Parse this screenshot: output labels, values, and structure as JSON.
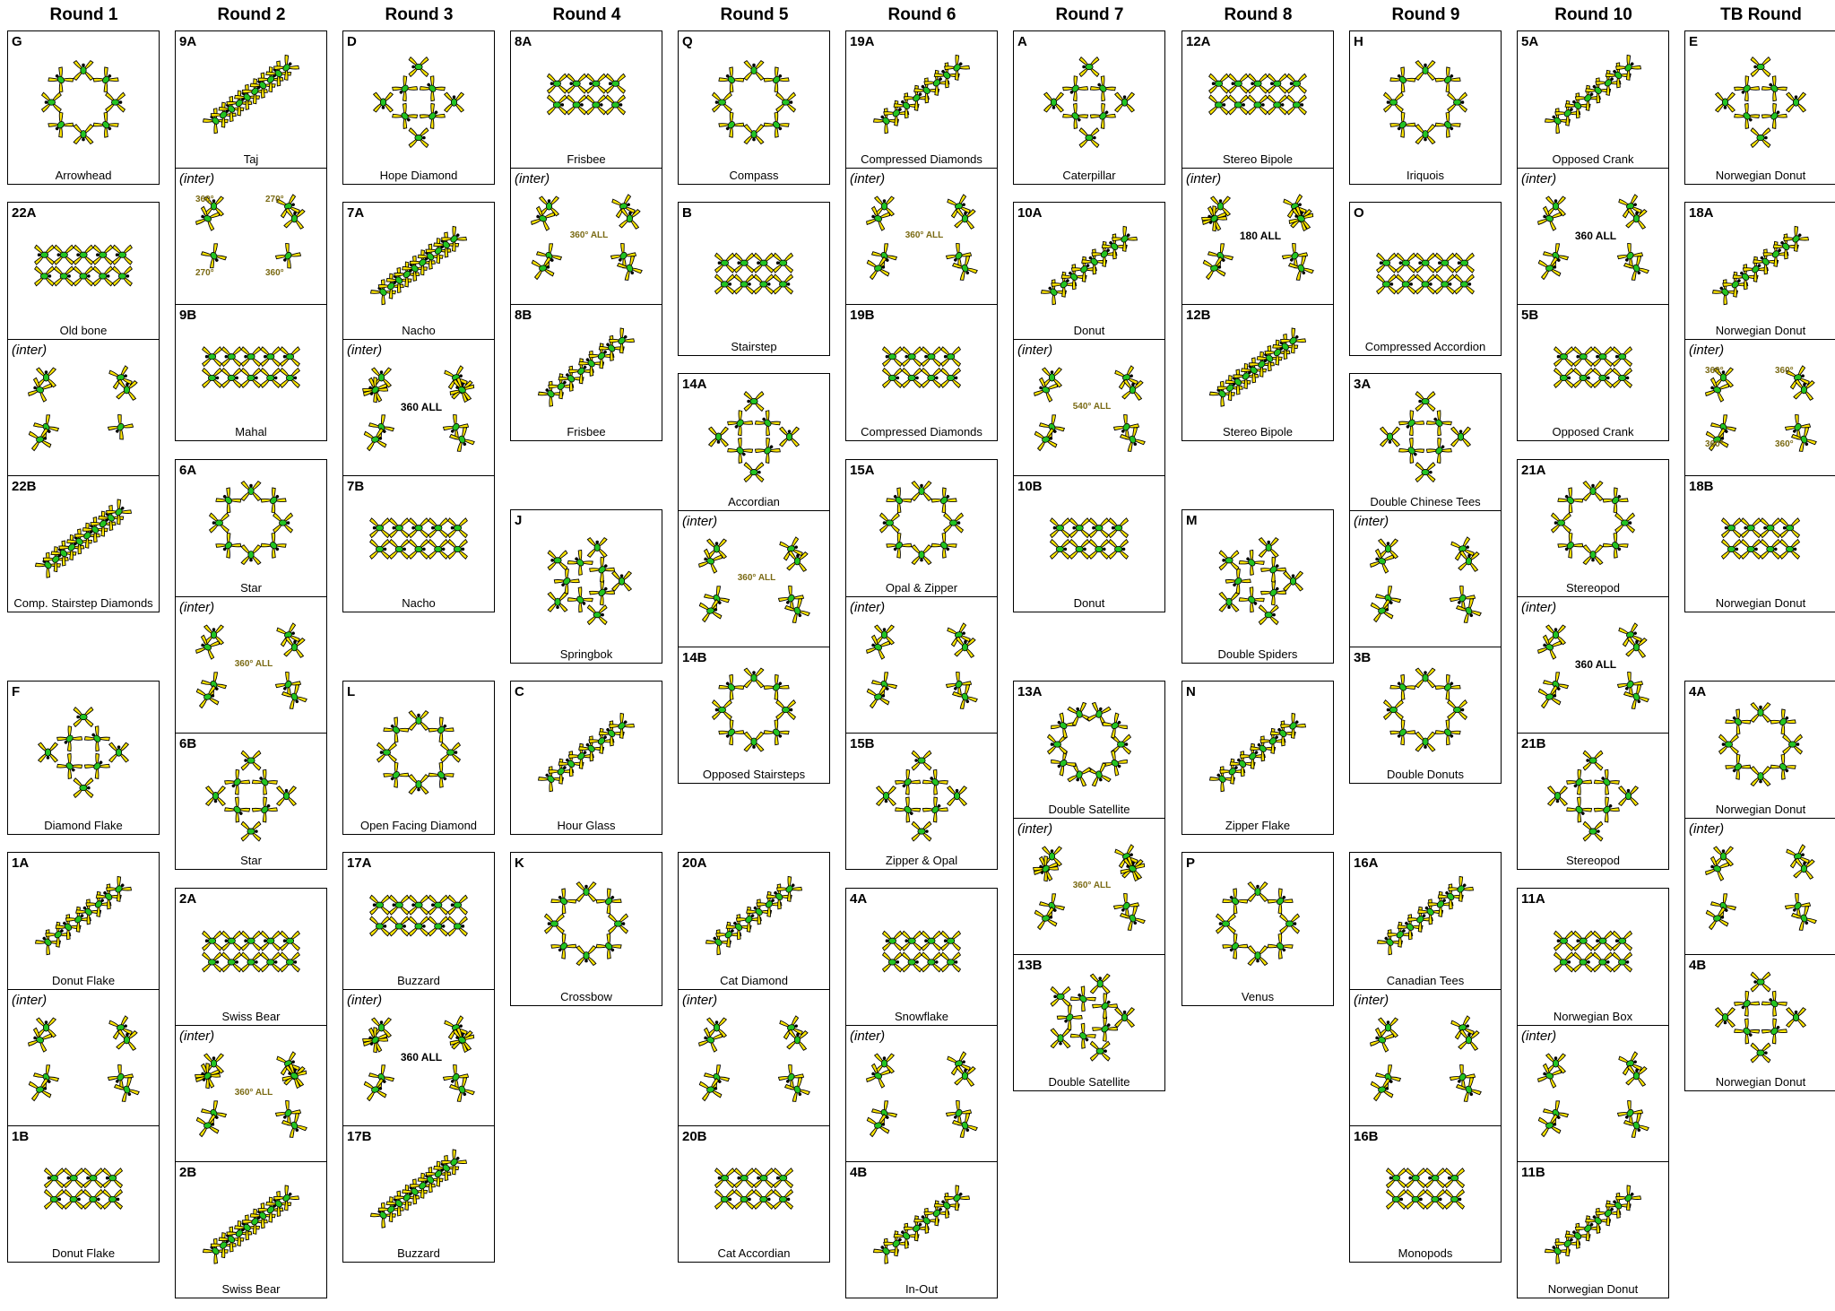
{
  "colors": {
    "jumper_body": "#ffe600",
    "jumper_center": "#22c422",
    "jumper_outline": "#000000",
    "rotation_text": "#7a6a14"
  },
  "rounds": [
    {
      "title": "Round 1",
      "blocks": [
        [
          {
            "id": "G",
            "name": "Arrowhead",
            "n": 8
          }
        ],
        [
          {
            "id": "22A",
            "name": "Old bone",
            "n": 10
          },
          {
            "id": "(inter)",
            "name": "",
            "n": 7,
            "inter": true
          },
          {
            "id": "22B",
            "name": "Comp. Stairstep Diamonds",
            "n": 10
          }
        ],
        [
          {
            "id": "F",
            "name": "Diamond Flake",
            "n": 8
          }
        ],
        [
          {
            "id": "1A",
            "name": "Donut Flake",
            "n": 8
          },
          {
            "id": "(inter)",
            "name": "",
            "n": 8,
            "inter": true
          },
          {
            "id": "1B",
            "name": "Donut Flake",
            "n": 8
          }
        ]
      ]
    },
    {
      "title": "Round 2",
      "blocks": [
        [
          {
            "id": "9A",
            "name": "Taj",
            "n": 10
          },
          {
            "id": "(inter)",
            "name": "",
            "n": 6,
            "inter": true,
            "rot": [
              "360°",
              "270°",
              "270°",
              "360°"
            ]
          },
          {
            "id": "9B",
            "name": "Mahal",
            "n": 10
          }
        ],
        [
          {
            "id": "6A",
            "name": "Star",
            "n": 8
          },
          {
            "id": "(inter)",
            "name": "",
            "n": 8,
            "inter": true,
            "rot": [
              "360° ALL"
            ]
          },
          {
            "id": "6B",
            "name": "Star",
            "n": 8
          }
        ],
        [
          {
            "id": "2A",
            "name": "Swiss Bear",
            "n": 10
          },
          {
            "id": "(inter)",
            "name": "",
            "n": 10,
            "inter": true,
            "rot": [
              "360° ALL"
            ]
          },
          {
            "id": "2B",
            "name": "Swiss Bear",
            "n": 10
          }
        ]
      ]
    },
    {
      "title": "Round 3",
      "blocks": [
        [
          {
            "id": "D",
            "name": "Hope Diamond",
            "n": 8
          }
        ],
        [
          {
            "id": "7A",
            "name": "Nacho",
            "n": 10
          },
          {
            "id": "(inter)",
            "name": "",
            "n": 10,
            "inter": true,
            "rot": [
              "360 ALL"
            ],
            "black": true
          },
          {
            "id": "7B",
            "name": "Nacho",
            "n": 10
          }
        ],
        [
          {
            "id": "L",
            "name": "Open Facing Diamond",
            "n": 8
          }
        ],
        [
          {
            "id": "17A",
            "name": "Buzzard",
            "n": 10
          },
          {
            "id": "(inter)",
            "name": "",
            "n": 10,
            "inter": true,
            "rot": [
              "360 ALL"
            ],
            "black": true
          },
          {
            "id": "17B",
            "name": "Buzzard",
            "n": 10
          }
        ]
      ]
    },
    {
      "title": "Round 4",
      "blocks": [
        [
          {
            "id": "8A",
            "name": "Frisbee",
            "n": 8
          },
          {
            "id": "(inter)",
            "name": "",
            "n": 8,
            "inter": true,
            "rot": [
              "360° ALL"
            ]
          },
          {
            "id": "8B",
            "name": "Frisbee",
            "n": 8
          }
        ],
        [
          {
            "id": "J",
            "name": "Springbok",
            "n": 10
          }
        ],
        [
          {
            "id": "C",
            "name": "Hour Glass",
            "n": 8
          }
        ],
        [
          {
            "id": "K",
            "name": "Crossbow",
            "n": 8
          }
        ]
      ]
    },
    {
      "title": "Round 5",
      "blocks": [
        [
          {
            "id": "Q",
            "name": "Compass",
            "n": 8
          }
        ],
        [
          {
            "id": "B",
            "name": "Stairstep",
            "n": 8
          }
        ],
        [
          {
            "id": "14A",
            "name": "Accordian",
            "n": 8
          },
          {
            "id": "(inter)",
            "name": "",
            "n": 8,
            "inter": true,
            "rot": [
              "360° ALL"
            ]
          },
          {
            "id": "14B",
            "name": "Opposed Stairsteps",
            "n": 8
          }
        ],
        [
          {
            "id": "20A",
            "name": "Cat Diamond",
            "n": 8
          },
          {
            "id": "(inter)",
            "name": "",
            "n": 8,
            "inter": true
          },
          {
            "id": "20B",
            "name": "Cat Accordian",
            "n": 8
          }
        ]
      ]
    },
    {
      "title": "Round 6",
      "blocks": [
        [
          {
            "id": "19A",
            "name": "Compressed Diamonds",
            "n": 8
          },
          {
            "id": "(inter)",
            "name": "",
            "n": 8,
            "inter": true,
            "rot": [
              "360° ALL"
            ]
          },
          {
            "id": "19B",
            "name": "Compressed Diamonds",
            "n": 8
          }
        ],
        [
          {
            "id": "15A",
            "name": "Opal & Zipper",
            "n": 8
          },
          {
            "id": "(inter)",
            "name": "",
            "n": 8,
            "inter": true
          },
          {
            "id": "15B",
            "name": "Zipper & Opal",
            "n": 8
          }
        ],
        [
          {
            "id": "4A",
            "name": "Snowflake",
            "n": 8
          },
          {
            "id": "(inter)",
            "name": "",
            "n": 8,
            "inter": true
          },
          {
            "id": "4B",
            "name": "In-Out",
            "n": 8
          }
        ]
      ]
    },
    {
      "title": "Round 7",
      "blocks": [
        [
          {
            "id": "A",
            "name": "Caterpillar",
            "n": 8
          }
        ],
        [
          {
            "id": "10A",
            "name": "Donut",
            "n": 8
          },
          {
            "id": "(inter)",
            "name": "",
            "n": 8,
            "inter": true,
            "rot": [
              "540° ALL"
            ]
          },
          {
            "id": "10B",
            "name": "Donut",
            "n": 8
          }
        ],
        [
          {
            "id": "13A",
            "name": "Double Satellite",
            "n": 10
          },
          {
            "id": "(inter)",
            "name": "",
            "n": 10,
            "inter": true,
            "rot": [
              "360° ALL"
            ]
          },
          {
            "id": "13B",
            "name": "Double Satellite",
            "n": 10
          }
        ]
      ]
    },
    {
      "title": "Round 8",
      "blocks": [
        [
          {
            "id": "12A",
            "name": "Stereo Bipole",
            "n": 10
          },
          {
            "id": "(inter)",
            "name": "",
            "n": 10,
            "inter": true,
            "rot": [
              "180 ALL"
            ],
            "black": true
          },
          {
            "id": "12B",
            "name": "Stereo Bipole",
            "n": 10
          }
        ],
        [
          {
            "id": "M",
            "name": "Double Spiders",
            "n": 10
          }
        ],
        [
          {
            "id": "N",
            "name": "Zipper Flake",
            "n": 8
          }
        ],
        [
          {
            "id": "P",
            "name": "Venus",
            "n": 8
          }
        ]
      ]
    },
    {
      "title": "Round 9",
      "blocks": [
        [
          {
            "id": "H",
            "name": "Iriquois",
            "n": 8
          }
        ],
        [
          {
            "id": "O",
            "name": "Compressed Accordion",
            "n": 10
          }
        ],
        [
          {
            "id": "3A",
            "name": "Double Chinese Tees",
            "n": 8
          },
          {
            "id": "(inter)",
            "name": "",
            "n": 8,
            "inter": true
          },
          {
            "id": "3B",
            "name": "Double Donuts",
            "n": 8
          }
        ],
        [
          {
            "id": "16A",
            "name": "Canadian Tees",
            "n": 8
          },
          {
            "id": "(inter)",
            "name": "",
            "n": 8,
            "inter": true
          },
          {
            "id": "16B",
            "name": "Monopods",
            "n": 8
          }
        ]
      ]
    },
    {
      "title": "Round 10",
      "blocks": [
        [
          {
            "id": "5A",
            "name": "Opposed Crank",
            "n": 8
          },
          {
            "id": "(inter)",
            "name": "",
            "n": 8,
            "inter": true,
            "rot": [
              "360 ALL"
            ],
            "black": true
          },
          {
            "id": "5B",
            "name": "Opposed Crank",
            "n": 8
          }
        ],
        [
          {
            "id": "21A",
            "name": "Stereopod",
            "n": 8
          },
          {
            "id": "(inter)",
            "name": "",
            "n": 8,
            "inter": true,
            "rot": [
              "360 ALL"
            ],
            "black": true
          },
          {
            "id": "21B",
            "name": "Stereopod",
            "n": 8
          }
        ],
        [
          {
            "id": "11A",
            "name": "Norwegian Box",
            "n": 8
          },
          {
            "id": "(inter)",
            "name": "",
            "n": 8,
            "inter": true
          },
          {
            "id": "11B",
            "name": "Norwegian Donut",
            "n": 8
          }
        ]
      ]
    },
    {
      "title": "TB Round",
      "blocks": [
        [
          {
            "id": "E",
            "name": "Norwegian Donut",
            "n": 8
          }
        ],
        [
          {
            "id": "18A",
            "name": "Norwegian Donut",
            "n": 8
          },
          {
            "id": "(inter)",
            "name": "",
            "n": 8,
            "inter": true,
            "rot": [
              "360°",
              "360°",
              "360°",
              "360°"
            ]
          },
          {
            "id": "18B",
            "name": "Norwegian Donut",
            "n": 8
          }
        ],
        [
          {
            "id": "4A",
            "name": "Norwegian Donut",
            "n": 8
          },
          {
            "id": "(inter)",
            "name": "",
            "n": 8,
            "inter": true
          },
          {
            "id": "4B",
            "name": "Norwegian Donut",
            "n": 8
          }
        ]
      ]
    }
  ]
}
